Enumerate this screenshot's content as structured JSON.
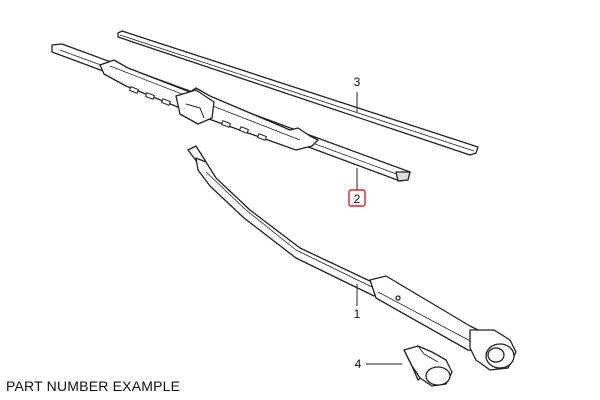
{
  "diagram": {
    "callouts": {
      "arm": "1",
      "wiper_blade": "2",
      "wiper_rubber_insert": "3",
      "cap": "4"
    },
    "highlight_color": "#d9252b"
  },
  "caption": "PART NUMBER EXAMPLE"
}
